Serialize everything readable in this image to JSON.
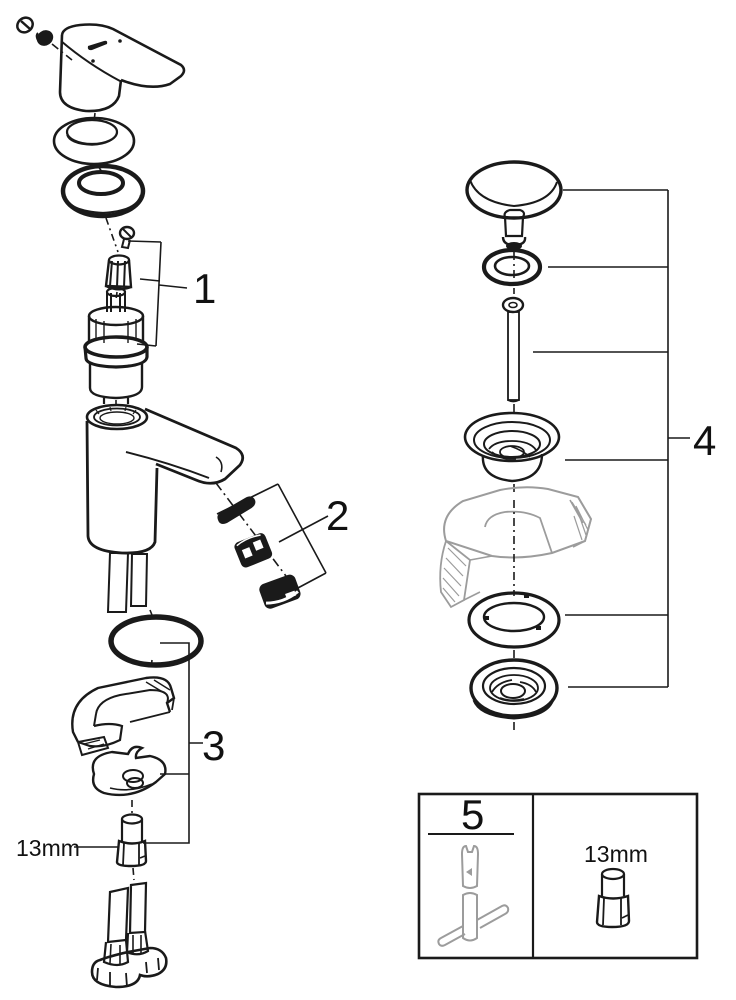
{
  "colors": {
    "line": "#1a1a1a",
    "gray": "#9c9c9c",
    "background": "#ffffff"
  },
  "callouts": {
    "handle_group_label": "1",
    "aerator_group_label": "2",
    "mounting_group_label": "3",
    "drain_group_label": "4",
    "tool_box_label": "5"
  },
  "annotations": {
    "bolt_wrench_size": "13mm",
    "box_wrench_size": "13mm"
  }
}
